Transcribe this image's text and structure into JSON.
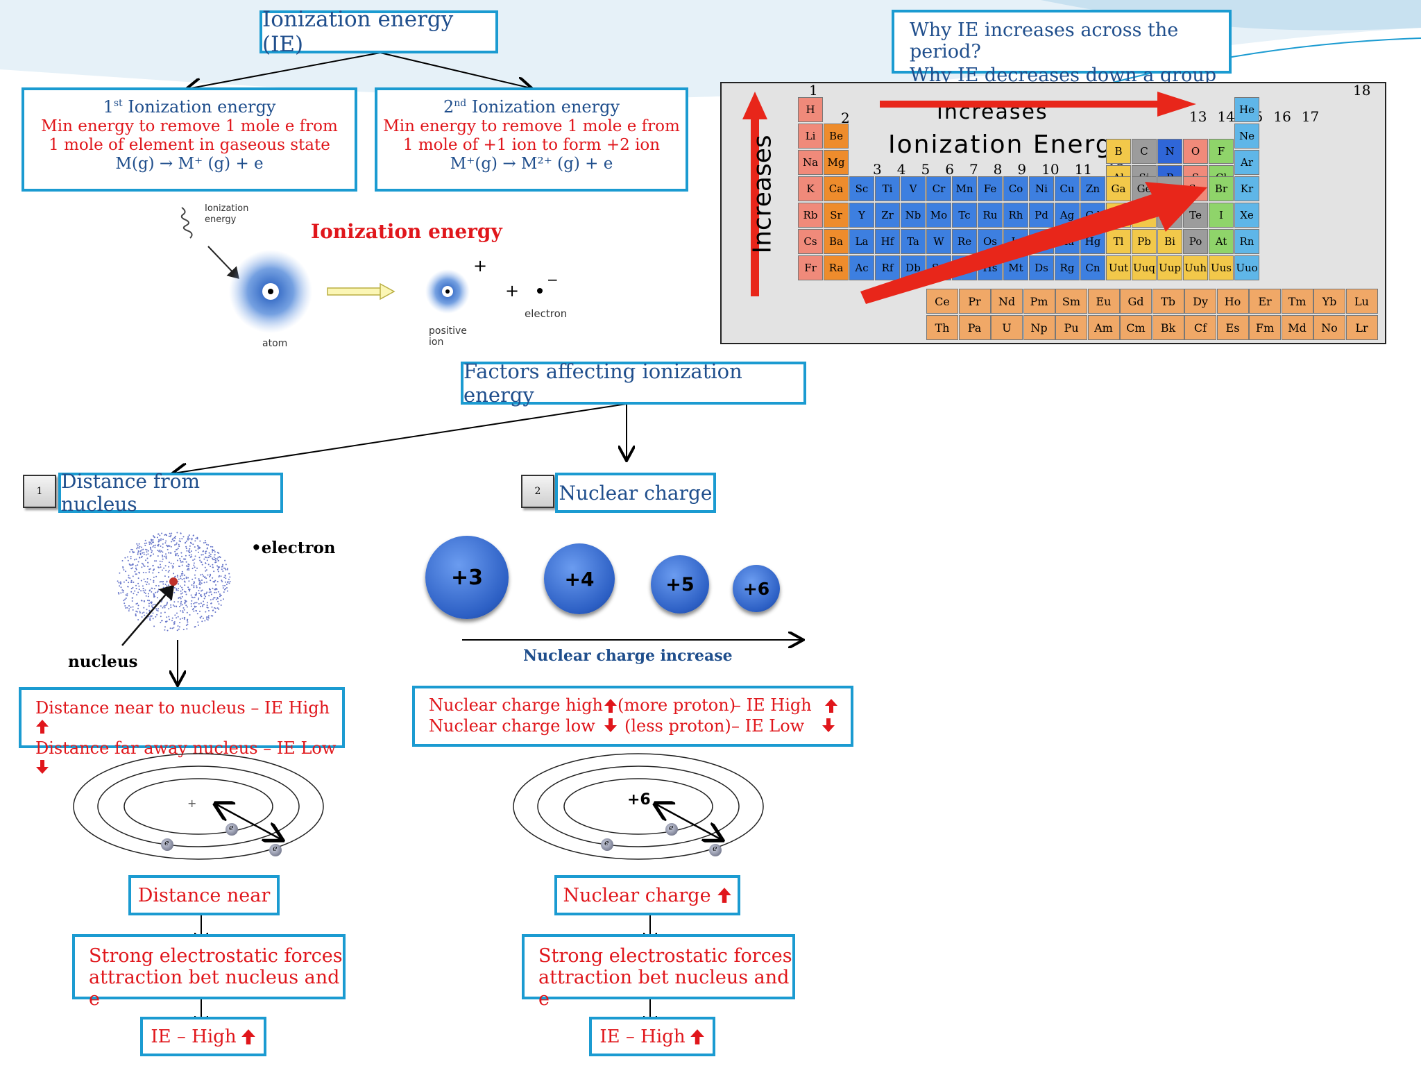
{
  "ie_title": "Ionization energy (IE)",
  "first_ie": {
    "heading_pre": "1",
    "heading_sup": "st",
    "heading_post": " Ionization energy",
    "line1": "Min energy to remove 1 mole e from",
    "line2": "1 mole of element in gaseous state",
    "equation": "M(g) → M⁺ (g)  + e"
  },
  "second_ie": {
    "heading_pre": "2",
    "heading_sup": "nd",
    "heading_post": " Ionization energy",
    "line1": "Min energy to remove 1 mole e from",
    "line2": "1 mole of +1 ion to form +2 ion",
    "equation": "M⁺(g) → M²⁺ (g)  + e"
  },
  "question": {
    "line1": "Why IE increases across the period?",
    "line2": "Why IE decreases down a group ?"
  },
  "ion_figure": {
    "title": "Ionization energy",
    "ionization_label_1": "Ionization",
    "ionization_label_2": "energy",
    "atom_label": "atom",
    "ion_label_1": "positive",
    "ion_label_2": "ion",
    "electron_label": "electron",
    "plus": "+",
    "minus": "−",
    "plus_between": "+"
  },
  "periodic_table": {
    "increases_label": "Increases",
    "ie_label": "Ionization Energy",
    "side_label": "Increases",
    "group_1": "1",
    "group_2": "2",
    "group_18": "18",
    "groups_13_17": [
      "13",
      "14",
      "15",
      "16",
      "17"
    ],
    "groups_3_12": [
      "3",
      "4",
      "5",
      "6",
      "7",
      "8",
      "9",
      "10",
      "11",
      "12"
    ],
    "colors": {
      "alkali": "#f08a7a",
      "alkaline": "#ee8c2c",
      "transition": "#3d7fe0",
      "post": "#f2c84a",
      "metalloid": "#9c9c9c",
      "nonmetal": "#2f66d8",
      "halogen": "#8fd46a",
      "noble": "#5fb6e8",
      "lanth": "#f0a867"
    }
  },
  "factors_title": "Factors affecting ionization energy",
  "factor1": {
    "num": "1",
    "label": "Distance from nucleus"
  },
  "factor2": {
    "num": "2",
    "label": "Nuclear charge"
  },
  "electron_cloud": {
    "electron_label": "•electron",
    "nucleus_label": "nucleus"
  },
  "charges": {
    "values": [
      "+3",
      "+4",
      "+5",
      "+6"
    ],
    "axis_label": "Nuclear charge increase"
  },
  "distance_rules": {
    "line1": "Distance near to nucleus – IE High",
    "line2": "Distance far away nucleus – IE Low"
  },
  "charge_rules": {
    "line1a": "Nuclear charge high",
    "line1b": "(more proton)",
    "line1c": "– IE High",
    "line2a": "Nuclear charge low",
    "line2b": "(less proton)",
    "line2c": "– IE Low"
  },
  "orbit_left": {
    "nucleus": "+",
    "electron": "e"
  },
  "orbit_right": {
    "nucleus": "+6",
    "electron": "e"
  },
  "left_chain": {
    "step1": "Distance near",
    "step2_line1": "Strong electrostatic forces",
    "step2_line2": "attraction bet nucleus and e",
    "step3": "IE – High"
  },
  "right_chain": {
    "step1": "Nuclear charge",
    "step2_line1": "Strong electrostatic forces",
    "step2_line2": "attraction bet nucleus and e",
    "step3": "IE – High"
  }
}
